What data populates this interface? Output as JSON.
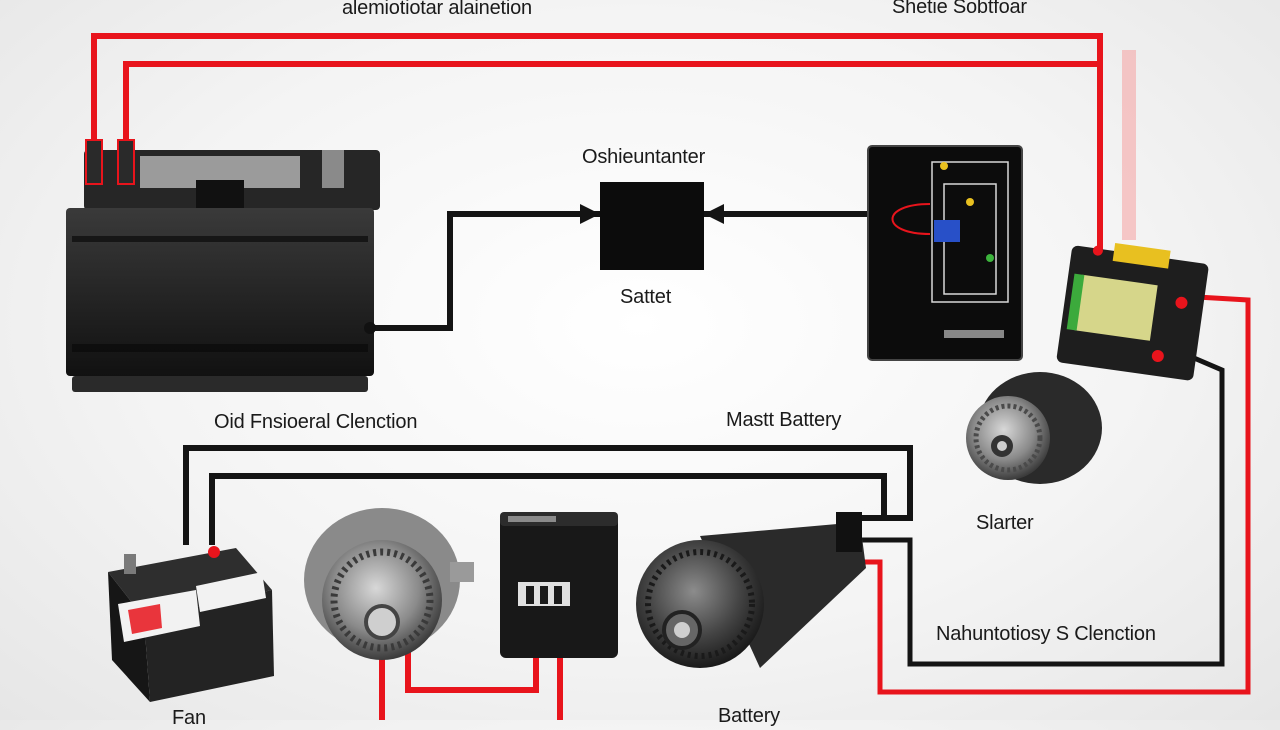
{
  "labels": {
    "top_left": "alemiotiotar alainetion",
    "top_right": "Shetie Sobtfoar",
    "center_top": "Oshieuntanter",
    "center_bottom": "Sattet",
    "mid_left": "Oid Fnsioeral Clenction",
    "mid_right": "Mastt Battery",
    "starter": "Slarter",
    "lower_right": "Nahuntotiosy S Clenction",
    "bottom_left": "Fan",
    "bottom_center": "Battery"
  },
  "colors": {
    "positive_wire": "#e8141c",
    "ground_wire": "#141414",
    "component_body": "#1c1c1c"
  }
}
